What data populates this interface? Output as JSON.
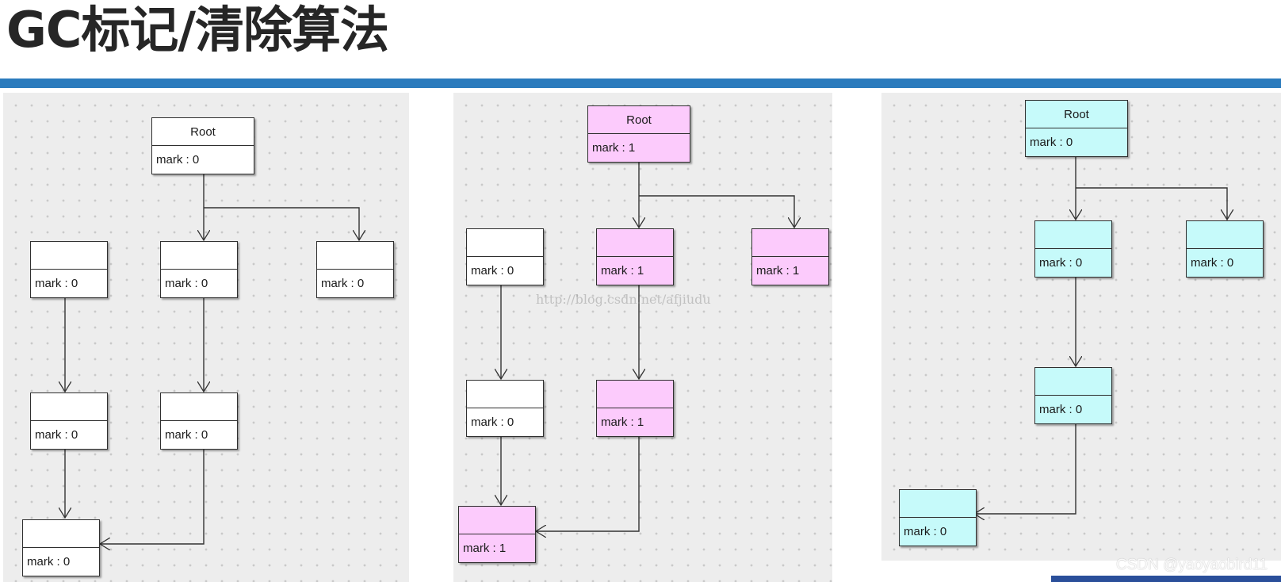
{
  "title": "GC标记/清除算法",
  "watermarks": {
    "url": "http://blog.csdn.net/afjiudu",
    "csdn": "CSDN @yaoyaobird11"
  },
  "colors": {
    "title_bar": "#2b7bbd",
    "unmarked": "#ffffff",
    "marked": "#fccbfc",
    "swept": "#c6fafa"
  },
  "panels": [
    {
      "nodes": [
        {
          "name": "Root",
          "mark": "mark : 0"
        },
        {
          "name": "",
          "mark": "mark : 0"
        },
        {
          "name": "",
          "mark": "mark : 0"
        },
        {
          "name": "",
          "mark": "mark : 0"
        },
        {
          "name": "",
          "mark": "mark : 0"
        },
        {
          "name": "",
          "mark": "mark : 0"
        },
        {
          "name": "",
          "mark": "mark : 0"
        }
      ]
    },
    {
      "nodes": [
        {
          "name": "Root",
          "mark": "mark : 1"
        },
        {
          "name": "",
          "mark": "mark : 0"
        },
        {
          "name": "",
          "mark": "mark : 1"
        },
        {
          "name": "",
          "mark": "mark : 1"
        },
        {
          "name": "",
          "mark": "mark : 0"
        },
        {
          "name": "",
          "mark": "mark : 1"
        },
        {
          "name": "",
          "mark": "mark : 1"
        }
      ]
    },
    {
      "nodes": [
        {
          "name": "Root",
          "mark": "mark : 0"
        },
        {
          "name": "",
          "mark": "mark : 0"
        },
        {
          "name": "",
          "mark": "mark : 0"
        },
        {
          "name": "",
          "mark": "mark : 0"
        },
        {
          "name": "",
          "mark": "mark : 0"
        }
      ]
    }
  ]
}
